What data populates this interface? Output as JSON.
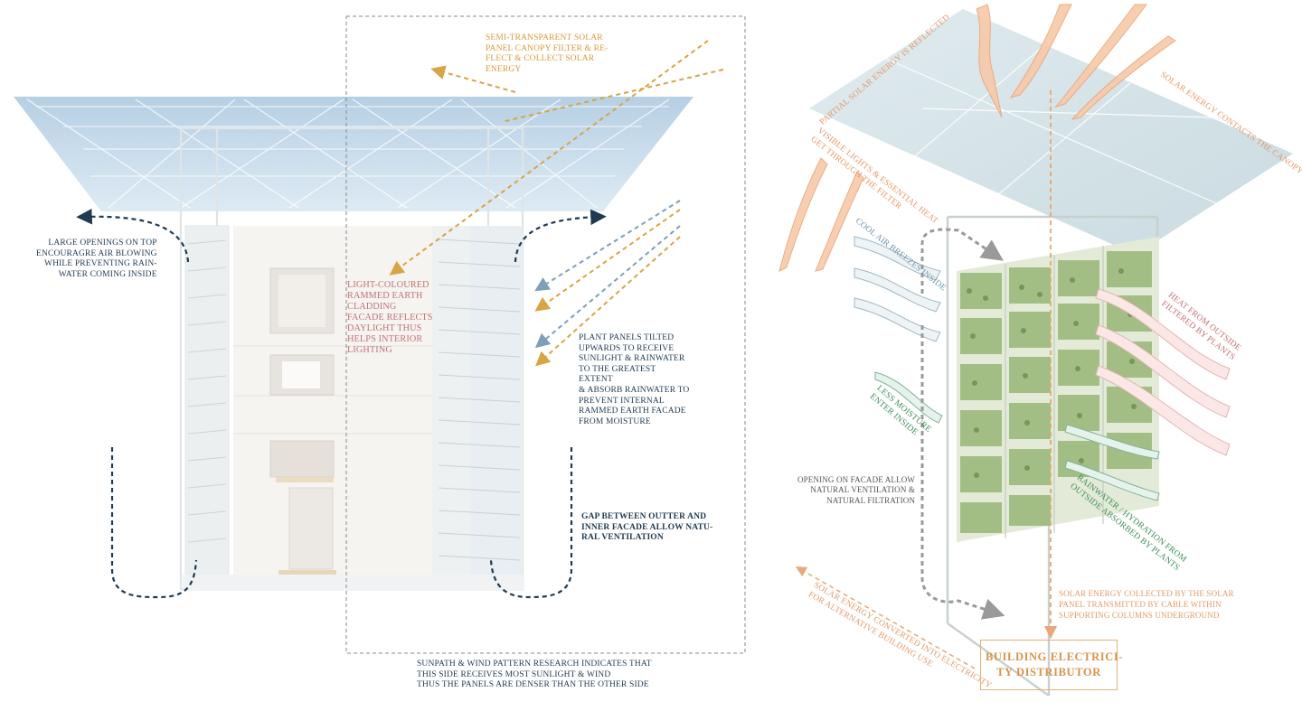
{
  "left": {
    "canopy_label": "SEMI-TRANSPARENT SOLAR\nPANEL CANOPY FILTER & RE-\nFLECT & COLLECT SOLAR\nENERGY",
    "openings_label": "LARGE OPENINGS ON TOP\nENCOURAGRE AIR BLOWING\nWHILE PREVENTING RAIN-\nWATER COMING INSIDE",
    "cladding_label": "LIGHT-COLOURED\nRAMMED EARTH\nCLADDING\nFACADE REFLECTS\nDAYLIGHT THUS\nHELPS INTERIOR\nLIGHTING",
    "panels_label": "PLANT PANELS TILTED\nUPWARDS TO RECEIVE\nSUNLIGHT & RAINWATER\nTO THE GREATEST\nEXTENT\n& ABSORB RAINWATER TO\nPREVENT INTERNAL\nRAMMED EARTH FACADE\nFROM MOISTURE",
    "gap_label": "GAP BETWEEN OUTTER AND\nINNER FACADE ALLOW NATU-\nRAL VENTILATION",
    "sunpath_label": "SUNPATH & WIND PATTERN RESEARCH INDICATES THAT\nTHIS SIDE RECEIVES MOST SUNLIGHT & WIND\nTHUS THE PANELS ARE DENSER THAN THE OTHER SIDE"
  },
  "right": {
    "partial_reflect": "PARTIAL SOLAR ENERGY IS REFLECTED",
    "contacts_canopy": "SOLAR ENERGY CONTACTS THE CANOPY",
    "visible_lights": "VISIBLE LIGHTS & ESSENTIAL HEAT\nGET THROUGH THE FILTER",
    "cool_air": "COOL AIR BREEZES INSIDE",
    "heat_outside": "HEAT FROM OUTSIDE\nFILTERED BY PLANTS",
    "less_moisture": "LESS MOISTURE\nENTER INSIDE",
    "opening_facade": "OPENING ON FACADE ALLOW\nNATURAL VENTILATION &\nNATURAL FILTRATION",
    "rainwater": "RAINWATER / HYDRATION FROM\nOUTSIDE ABSORBED BY PLANTS",
    "solar_collected": "SOLAR ENERGY COLLECTED BY THE SOLAR\nPANEL TRANSMITTED BY CABLE WITHIN\nSUPPORTING COLUMNS UNDERGROUND",
    "solar_converted": "SOLAR ENERGY CONVERTED INTO ELECTRICITY\nFOR ALTERNATIVE BUILDING USE",
    "distributor": "BUILDING ELECTRICI-\nTY DISTRIBUTOR"
  },
  "colors": {
    "navy": "#1f3a52",
    "orange": "#d99a3a",
    "peach": "#e49a6a",
    "rose": "#c07274",
    "blue": "#6f93ad",
    "green": "#3f8e5a",
    "sky": "#b9d3e6",
    "plant": "#7fa85a"
  }
}
